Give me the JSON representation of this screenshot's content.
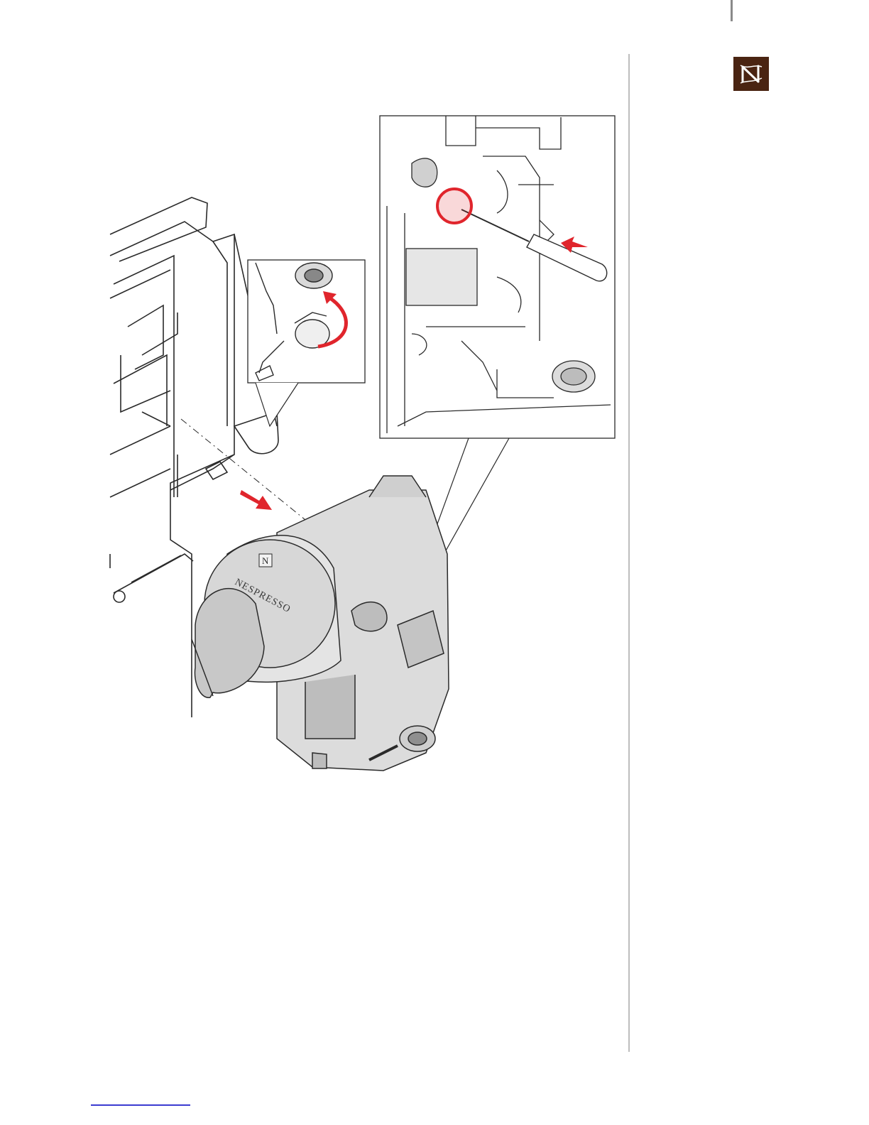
{
  "brand": {
    "logo_letter": "N",
    "logo_color": "#4a2412"
  },
  "figure": {
    "callout_colors": {
      "arrow": "#e0252c",
      "highlight_circle": "#e0252c"
    },
    "module_print": {
      "brand_text": "NESPRESSO",
      "badge_letter": "N"
    }
  },
  "footer": {
    "link_color": "#3b3bd1"
  }
}
